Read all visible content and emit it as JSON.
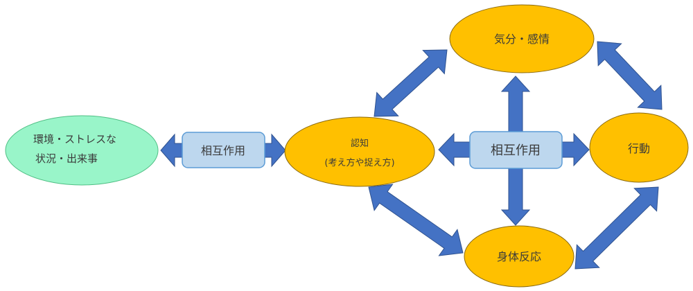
{
  "diagram": {
    "type": "cognitive-behavioral-model",
    "colors": {
      "environment_fill": "#99f5c9",
      "environment_stroke": "#4fbf84",
      "core_fill": "#ffc000",
      "core_stroke": "#8a6a10",
      "interaction_box_fill": "#bdd7ee",
      "interaction_box_stroke": "#5b9bd5",
      "arrow_fill": "#4472c4",
      "arrow_stroke": "#2f528f",
      "text": "#3a3a3a"
    },
    "nodes": {
      "environment": {
        "line1": "環境・ストレスな",
        "line2": "状況・出来事"
      },
      "interaction_left": {
        "label": "相互作用"
      },
      "cognition": {
        "line1": "認知",
        "line2": "(考え方や捉え方)"
      },
      "interaction_center": {
        "label": "相互作用"
      },
      "mood": {
        "label": "気分・感情"
      },
      "behavior": {
        "label": "行動"
      },
      "body": {
        "label": "身体反応"
      }
    },
    "connections": [
      {
        "from": "environment",
        "to": "interaction_left",
        "type": "bidirectional"
      },
      {
        "from": "interaction_left",
        "to": "cognition",
        "type": "bidirectional"
      },
      {
        "from": "cognition",
        "to": "mood",
        "type": "bidirectional"
      },
      {
        "from": "mood",
        "to": "behavior",
        "type": "bidirectional"
      },
      {
        "from": "behavior",
        "to": "body",
        "type": "bidirectional"
      },
      {
        "from": "body",
        "to": "cognition",
        "type": "bidirectional"
      },
      {
        "from": "interaction_center",
        "to": "cognition",
        "type": "arrow"
      },
      {
        "from": "interaction_center",
        "to": "behavior",
        "type": "arrow"
      },
      {
        "from": "interaction_center",
        "to": "mood",
        "type": "arrow"
      },
      {
        "from": "interaction_center",
        "to": "body",
        "type": "arrow"
      }
    ]
  }
}
